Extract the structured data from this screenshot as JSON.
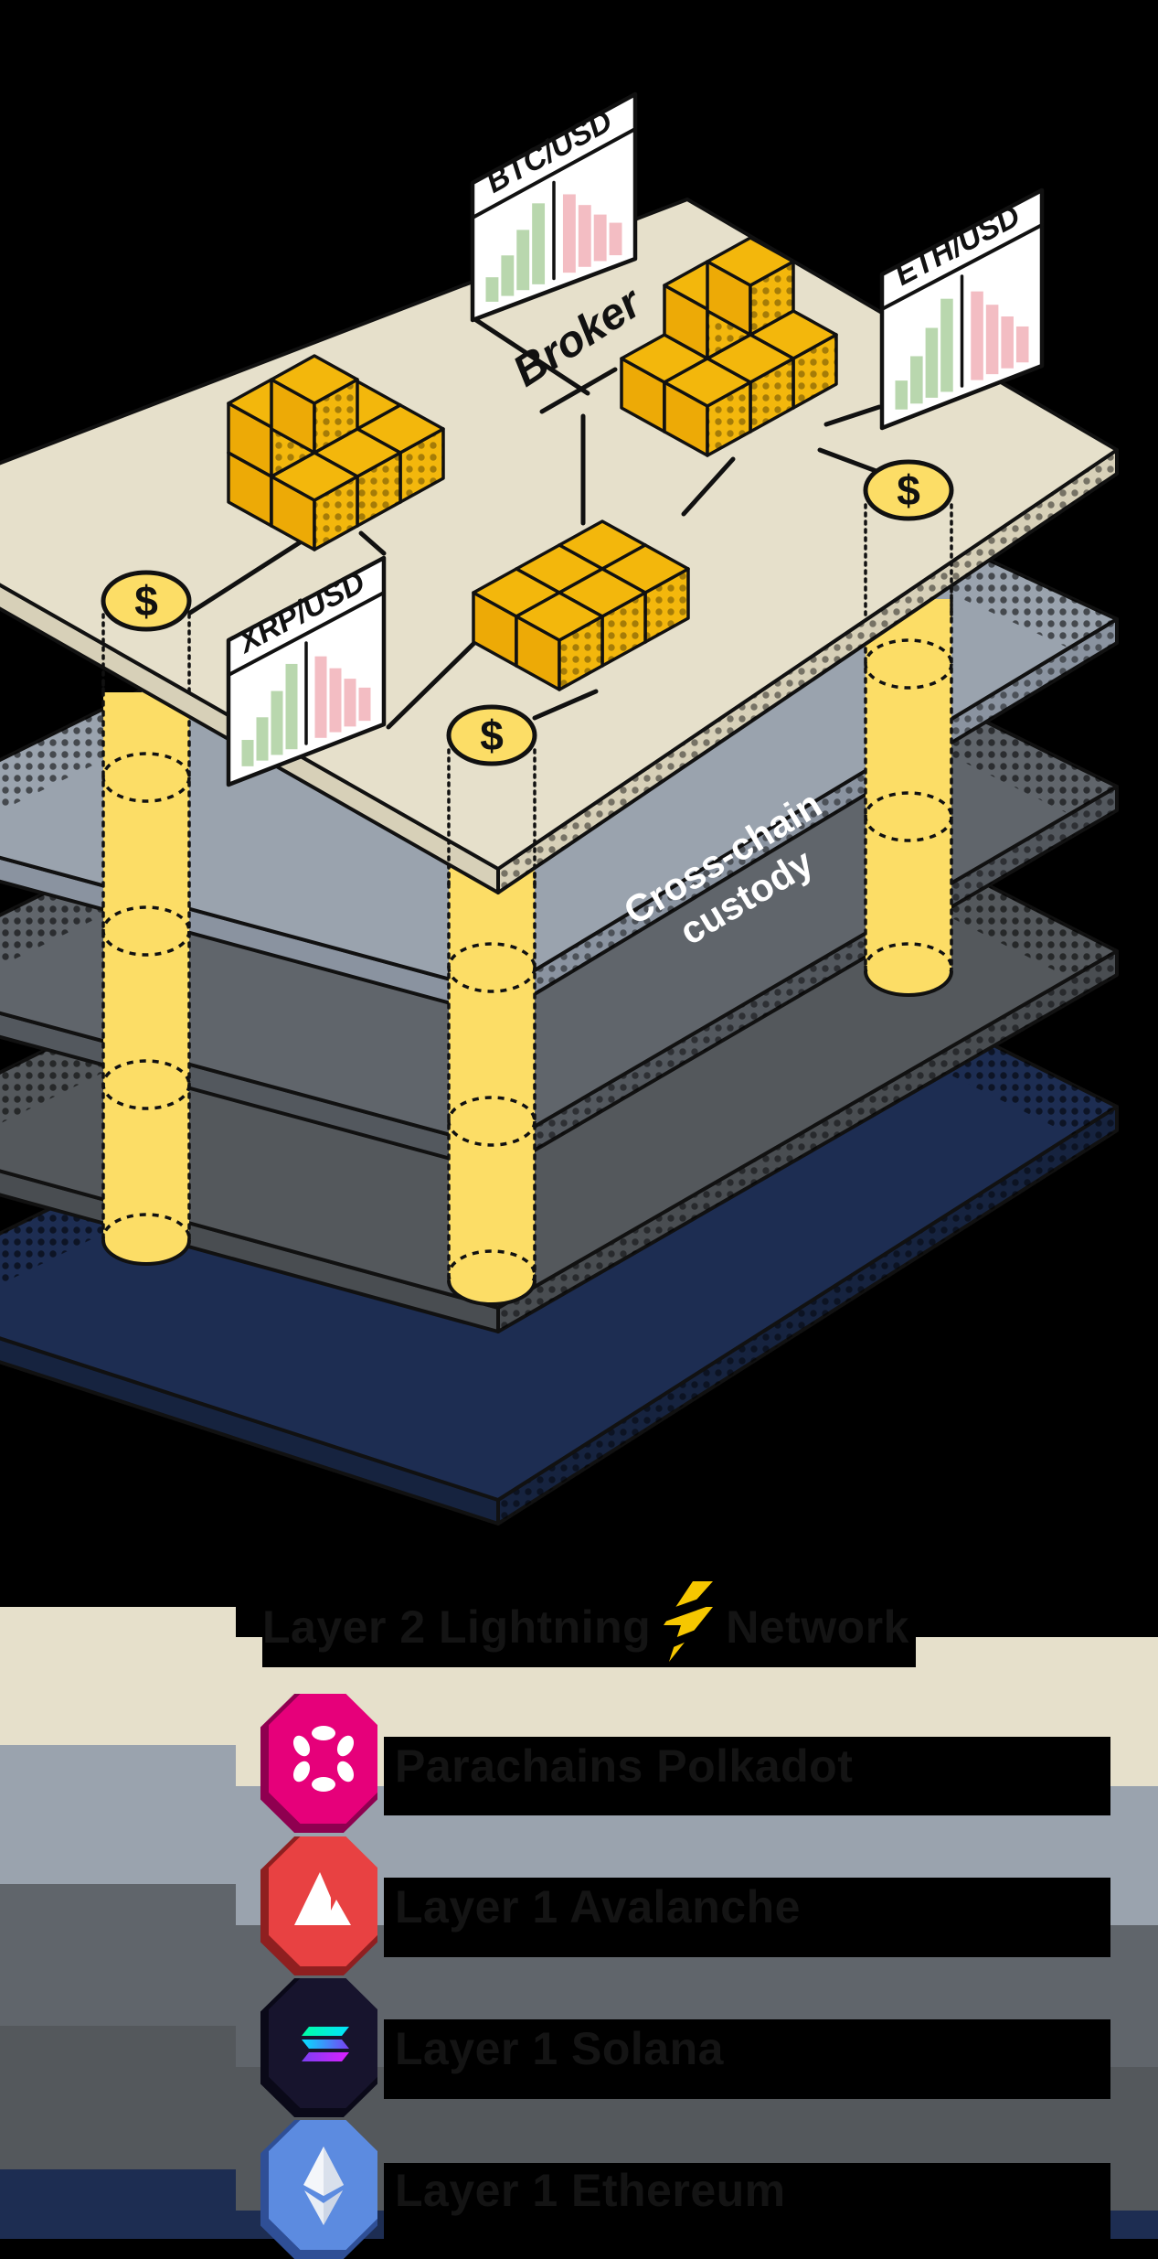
{
  "page": {
    "background": "#000000"
  },
  "diagram": {
    "broker_label": "Broker",
    "custody_label": {
      "line1": "Cross-chain",
      "line2": "custody"
    },
    "coin_symbol": "$",
    "billboards": [
      {
        "title": "BTC/USD",
        "bars": {
          "green": [
            0.28,
            0.45,
            0.65,
            0.85
          ],
          "pink": [
            0.78,
            0.6,
            0.44,
            0.3
          ]
        }
      },
      {
        "title": "ETH/USD",
        "bars": {
          "green": [
            0.28,
            0.45,
            0.65,
            0.85
          ],
          "pink": [
            0.78,
            0.6,
            0.44,
            0.3
          ]
        }
      },
      {
        "title": "XRP/USD",
        "bars": {
          "green": [
            0.28,
            0.45,
            0.65,
            0.85
          ],
          "pink": [
            0.78,
            0.6,
            0.44,
            0.3
          ]
        }
      }
    ],
    "layers": [
      {
        "name": "broker-slab",
        "color": "#e6e0cb"
      },
      {
        "name": "layer-slab-2",
        "color": "#9aa3ae"
      },
      {
        "name": "layer-slab-3",
        "color": "#60656b"
      },
      {
        "name": "layer-slab-4",
        "color": "#54585c"
      },
      {
        "name": "layer-slab-5",
        "color": "#1d2d52"
      }
    ],
    "accent_colors": {
      "gold": "#f3b70c",
      "coin_yellow": "#fcdd66",
      "chart_green": "#b9d7ae",
      "chart_pink": "#f3bdc3"
    }
  },
  "legend": {
    "title": {
      "prefix": "Layer 2 Lightning",
      "suffix": "Network",
      "icon": "lightning-bolt-icon",
      "full_text": "Layer 2 Lightning Network"
    },
    "rows": [
      {
        "icon": "polkadot-icon",
        "icon_color": "#e6007a",
        "label": "Parachains Polkadot"
      },
      {
        "icon": "avalanche-icon",
        "icon_color": "#e84142",
        "label": "Layer 1 Avalanche"
      },
      {
        "icon": "solana-icon",
        "icon_color": "#17142d",
        "label": "Layer 1 Solana"
      },
      {
        "icon": "ethereum-icon",
        "icon_color": "#5c8be0",
        "label": "Layer 1 Ethereum"
      }
    ]
  }
}
